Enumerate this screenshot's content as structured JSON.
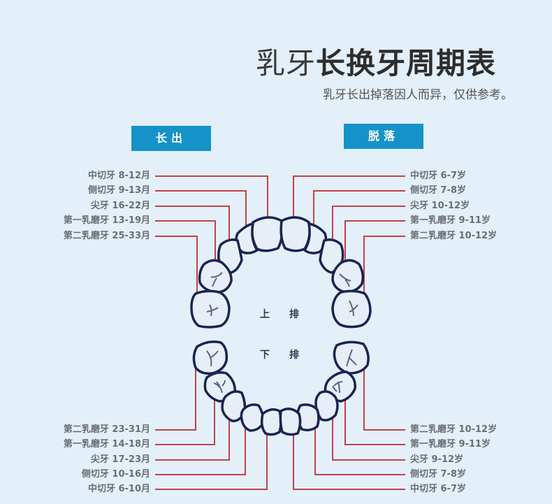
{
  "title": {
    "light": "乳牙",
    "bold": "长换牙周期表"
  },
  "subtitle": "乳牙长出掉落因人而异，仅供参考。",
  "buttons": {
    "grow": "长出",
    "shed": "脱落"
  },
  "arch_labels": {
    "upper_1": "上",
    "upper_2": "排",
    "lower_1": "下",
    "lower_2": "排"
  },
  "upper": {
    "grow": [
      {
        "tooth": "中切牙",
        "range": "8-12月",
        "label": "中切牙 8-12月"
      },
      {
        "tooth": "侧切牙",
        "range": "9-13月",
        "label": "侧切牙 9-13月"
      },
      {
        "tooth": "尖牙",
        "range": "16-22月",
        "label": "尖牙 16-22月"
      },
      {
        "tooth": "第一乳磨牙",
        "range": "13-19月",
        "label": "第一乳磨牙 13-19月"
      },
      {
        "tooth": "第二乳磨牙",
        "range": "25-33月",
        "label": "第二乳磨牙 25-33月"
      }
    ],
    "shed": [
      {
        "tooth": "中切牙",
        "range": "6-7岁",
        "label": "中切牙 6-7岁"
      },
      {
        "tooth": "侧切牙",
        "range": "7-8岁",
        "label": "侧切牙 7-8岁"
      },
      {
        "tooth": "尖牙",
        "range": "10-12岁",
        "label": "尖牙 10-12岁"
      },
      {
        "tooth": "第一乳磨牙",
        "range": "9-11岁",
        "label": "第一乳磨牙 9-11岁"
      },
      {
        "tooth": "第二乳磨牙",
        "range": "10-12岁",
        "label": "第二乳磨牙 10-12岁"
      }
    ]
  },
  "lower": {
    "grow": [
      {
        "tooth": "第二乳磨牙",
        "range": "23-31月",
        "label": "第二乳磨牙 23-31月"
      },
      {
        "tooth": "第一乳磨牙",
        "range": "14-18月",
        "label": "第一乳磨牙 14-18月"
      },
      {
        "tooth": "尖牙",
        "range": "17-23月",
        "label": "尖牙 17-23月"
      },
      {
        "tooth": "侧切牙",
        "range": "10-16月",
        "label": "侧切牙 10-16月"
      },
      {
        "tooth": "中切牙",
        "range": "6-10月",
        "label": "中切牙 6-10月"
      }
    ],
    "shed": [
      {
        "tooth": "第二乳磨牙",
        "range": "10-12岁",
        "label": "第二乳磨牙 10-12岁"
      },
      {
        "tooth": "第一乳磨牙",
        "range": "9-11岁",
        "label": "第一乳磨牙 9-11岁"
      },
      {
        "tooth": "尖牙",
        "range": "9-12岁",
        "label": "尖牙 9-12岁"
      },
      {
        "tooth": "侧切牙",
        "range": "7-8岁",
        "label": "侧切牙 7-8岁"
      },
      {
        "tooth": "中切牙",
        "range": "6-7岁",
        "label": "中切牙 6-7岁"
      }
    ]
  },
  "colors": {
    "background": "#e3eff9",
    "button": "#1593c9",
    "line": "#c0424a",
    "tooth_outline": "#1a2450",
    "tooth_fill": "#e8eef7",
    "label_text": "#6a6e74"
  }
}
